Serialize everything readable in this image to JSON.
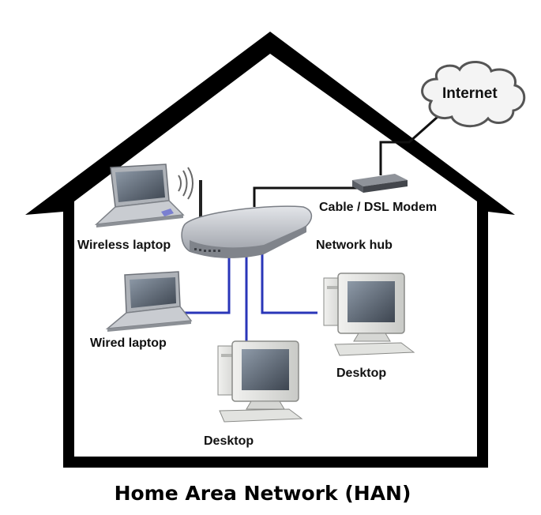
{
  "diagram": {
    "caption": "Home Area Network (HAN)",
    "nodes": {
      "internet": "Internet",
      "modem": "Cable / DSL Modem",
      "hub": "Network hub",
      "wireless_laptop": "Wireless laptop",
      "wired_laptop": "Wired laptop",
      "desktop_right": "Desktop",
      "desktop_bottom": "Desktop"
    },
    "colors": {
      "house_outline": "#000000",
      "ethernet_cable": "#2a36b8",
      "modem_cable": "#111111",
      "device_silver": "#b9bcc2"
    }
  }
}
